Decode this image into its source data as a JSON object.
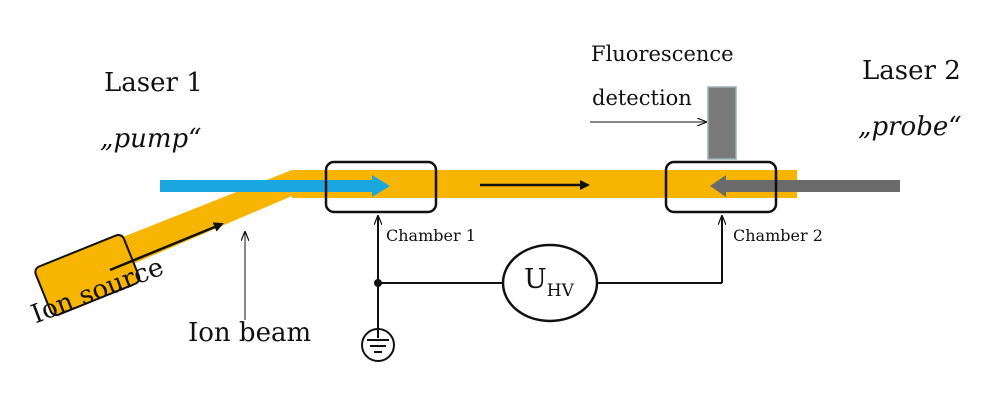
{
  "labels": {
    "laser1": "Laser 1",
    "pump": "„pump“",
    "laser2": "Laser 2",
    "probe": "„probe“",
    "fluorescence_line1": "Fluorescence",
    "fluorescence_line2": "detection",
    "chamber1": "Chamber 1",
    "chamber2": "Chamber 2",
    "ion_source": "Ion source",
    "ion_beam": "Ion beam",
    "voltage_main": "U",
    "voltage_sub": "HV"
  },
  "colors": {
    "ion_beam": "#f7b500",
    "laser1": "#1aa7e0",
    "laser2": "#6b6b6b",
    "detector": "#7a7a7a",
    "line": "#111111"
  },
  "icons": [
    "ground-icon"
  ]
}
